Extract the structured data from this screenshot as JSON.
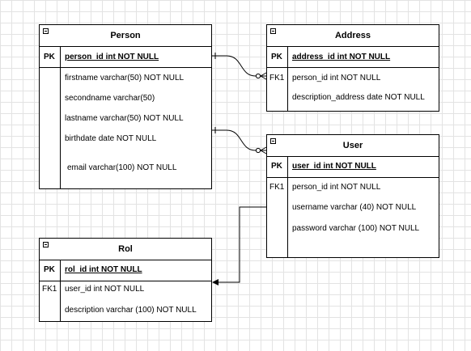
{
  "entities": {
    "person": {
      "title": "Person",
      "pk_label": "PK",
      "pk_field": "person_id int NOT NULL",
      "fields": [
        "firstname varchar(50) NOT NULL",
        "secondname varchar(50)",
        "lastname varchar(50) NOT NULL",
        "birthdate date NOT NULL",
        "email varchar(100) NOT NULL"
      ]
    },
    "address": {
      "title": "Address",
      "pk_label": "PK",
      "pk_field": "address_id int NOT NULL",
      "fk_label": "FK1",
      "fields": [
        "person_id int NOT NULL",
        "description_address date NOT NULL"
      ]
    },
    "user": {
      "title": "User",
      "pk_label": "PK",
      "pk_field": "user_id int NOT NULL",
      "fk_label": "FK1",
      "fields": [
        "person_id int NOT NULL",
        "username varchar (40) NOT NULL",
        "password varchar (100) NOT NULL"
      ]
    },
    "rol": {
      "title": "Rol",
      "pk_label": "PK",
      "pk_field": "rol_id int NOT NULL",
      "fk_label": "FK1",
      "fields": [
        "user_id int NOT NULL",
        "description varchar (100) NOT NULL"
      ]
    }
  },
  "relationships": [
    {
      "from": "Person",
      "to": "Address",
      "from_end": "one",
      "to_end": "zero-or-many"
    },
    {
      "from": "Person",
      "to": "User",
      "from_end": "one",
      "to_end": "zero-or-many"
    },
    {
      "from": "User",
      "to": "Rol",
      "from_end": "none",
      "to_end": "arrow"
    }
  ]
}
